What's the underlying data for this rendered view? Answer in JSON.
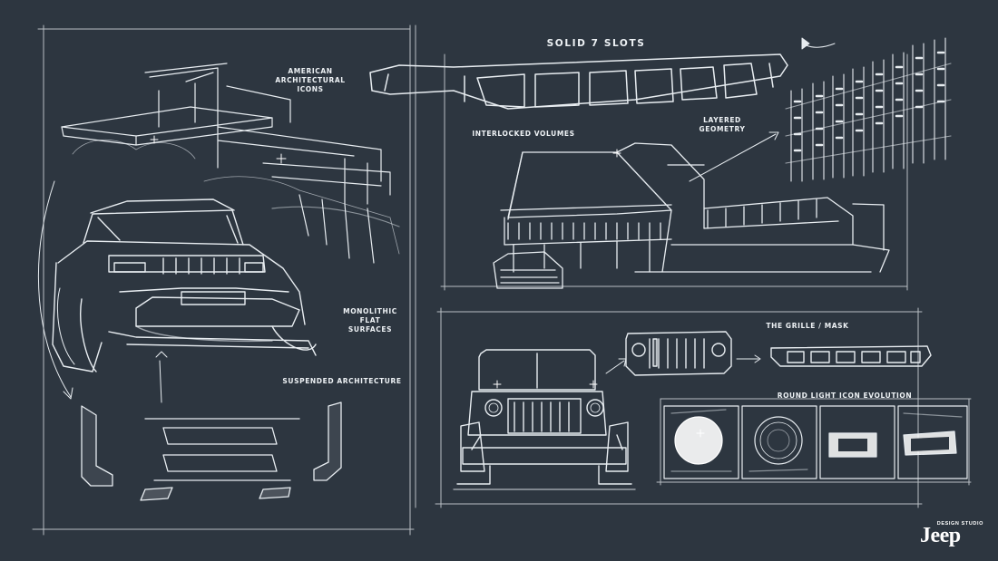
{
  "labels": {
    "american_icons": "AMERICAN\nARCHITECTURAL\nICONS",
    "solid_slots": "SOLID 7 SLOTS",
    "layered_geometry": "LAYERED\nGEOMETRY",
    "interlocked_volumes": "INTERLOCKED VOLUMES",
    "monolithic": "MONOLITHIC\nFLAT\nSURFACES",
    "suspended": "SUSPENDED ARCHITECTURE",
    "grille_mask": "THE GRILLE / MASK",
    "round_light": "ROUND LIGHT ICON EVOLUTION"
  },
  "brand": {
    "studio": "DESIGN STUDIO",
    "logo": "Jeep"
  },
  "colors": {
    "background": "#2d3640",
    "ink": "#e8edf1"
  },
  "icons": [
    "arrow-icon",
    "sparkle-icon"
  ]
}
